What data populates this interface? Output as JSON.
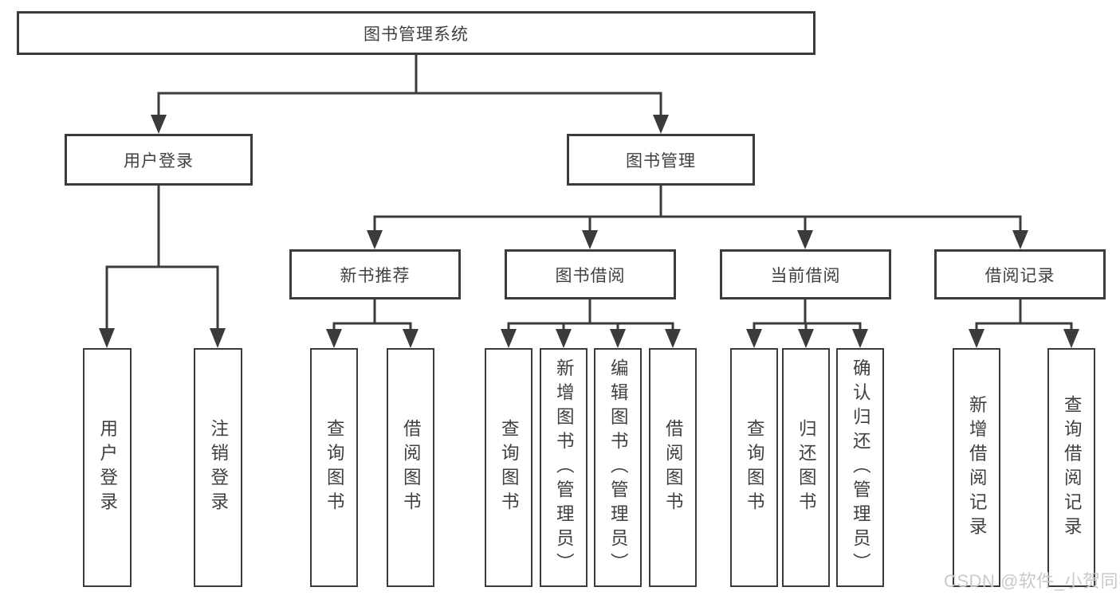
{
  "diagram": {
    "root_label": "图书管理系统",
    "branches": [
      {
        "label": "用户登录",
        "leaves": [
          "用户登录",
          "注销登录"
        ]
      },
      {
        "label": "图书管理",
        "groups": [
          {
            "label": "新书推荐",
            "leaves": [
              "查询图书",
              "借阅图书"
            ]
          },
          {
            "label": "图书借阅",
            "leaves": [
              "查询图书",
              "新增图书（管理员）",
              "编辑图书（管理员）",
              "借阅图书"
            ]
          },
          {
            "label": "当前借阅",
            "leaves": [
              "查询图书",
              "归还图书",
              "确认归还（管理员）"
            ]
          },
          {
            "label": "借阅记录",
            "leaves": [
              "新增借阅记录",
              "查询借阅记录"
            ]
          }
        ]
      }
    ]
  },
  "watermark": "CSDN @软件_小贺同学",
  "colors": {
    "line": "#3b3b3b",
    "text": "#3f3f44",
    "box_bg": "#ffffff",
    "canvas_bg": "#ffffff",
    "watermark": "#c9c9c9"
  }
}
